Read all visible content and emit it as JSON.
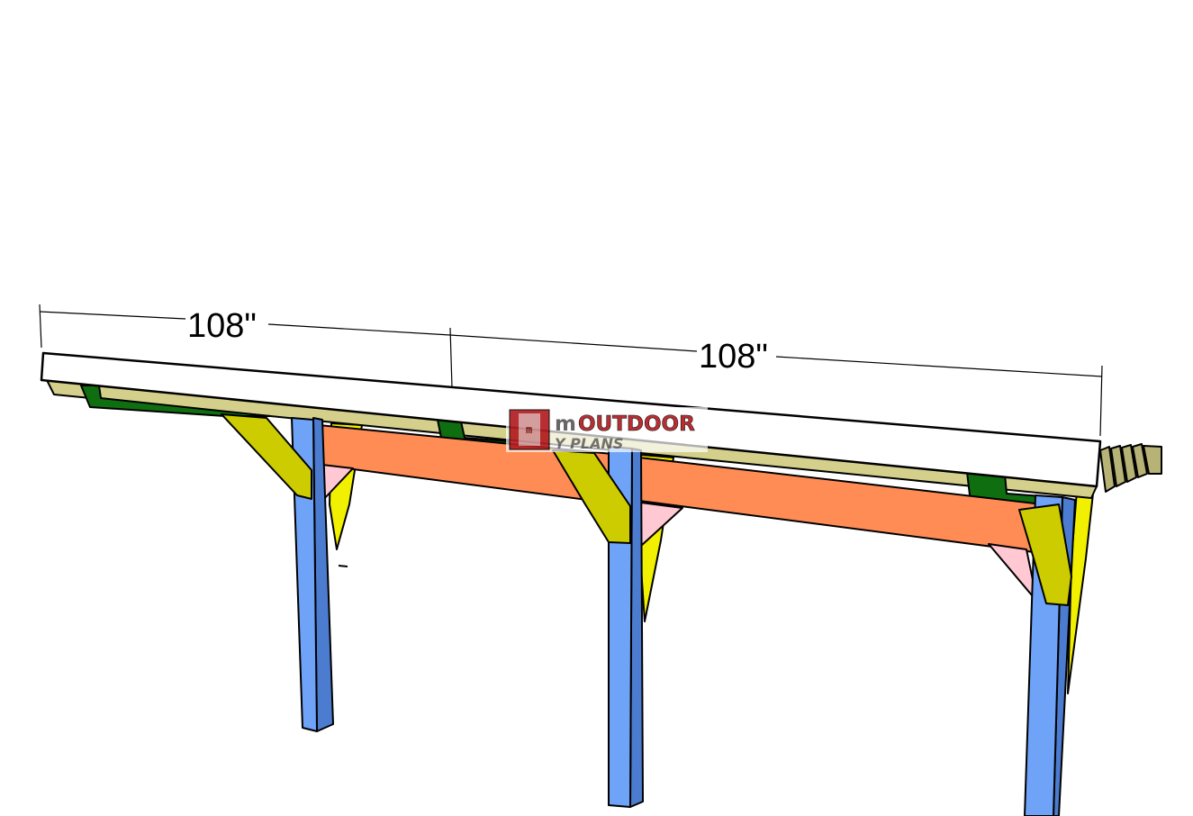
{
  "dimensions": [
    {
      "label": "108\""
    },
    {
      "label": "108\""
    }
  ],
  "logo": {
    "mark": "m",
    "brand_initial": "m",
    "brand_word": "OUTDOOR",
    "brand_sub": "Y PLANS"
  },
  "colors": {
    "roof_sheet": "#ffffff",
    "rafters": "#d4d08c",
    "rafter_ends": "#b7b377",
    "rafter_caps": "#0f6e0f",
    "beams": "#ff8c55",
    "posts": "#6fa3f7",
    "posts_side": "#4c7cd0",
    "braces": "#cccc00",
    "braces_back": "#f0f000",
    "gussets": "#ffc8d2",
    "outline": "#000000",
    "logo_red": "#b21e22"
  }
}
